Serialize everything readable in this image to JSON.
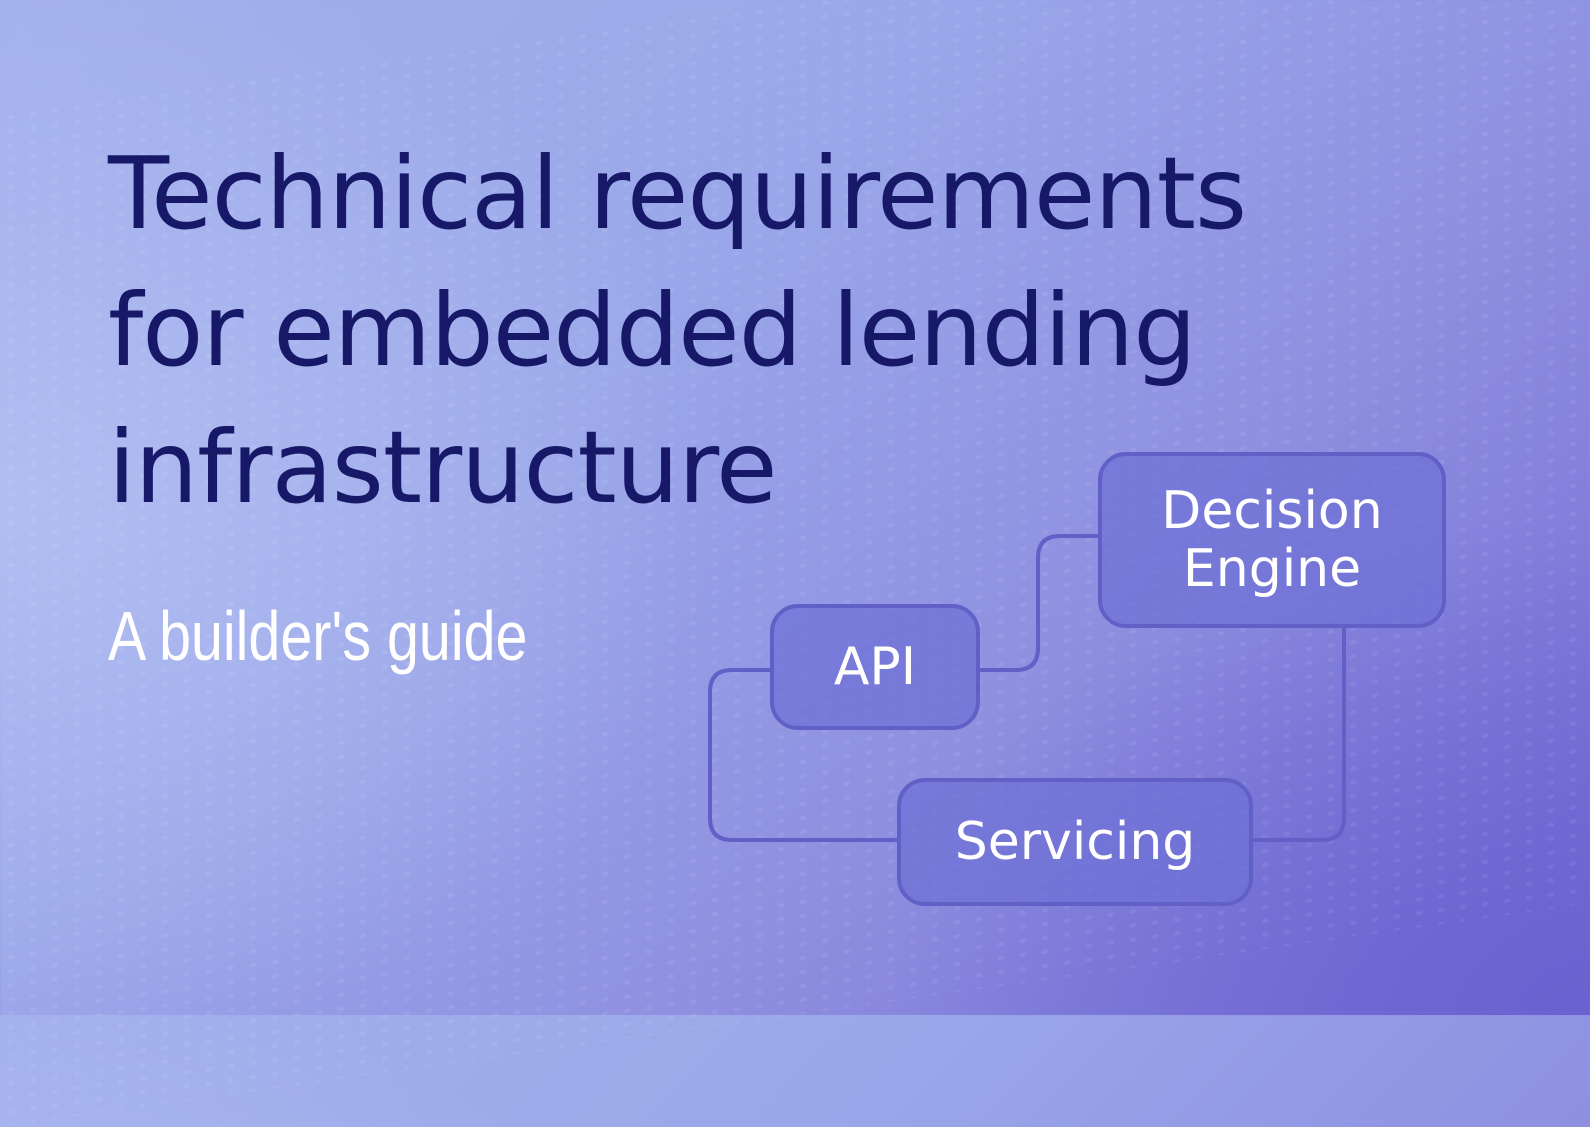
{
  "title": {
    "lines": [
      "Technical requirements",
      "for embedded lending",
      "infrastructure"
    ]
  },
  "subtitle": "A builder's guide",
  "diagram": {
    "nodes": {
      "api": "API",
      "decision_engine": [
        "Decision",
        "Engine"
      ],
      "servicing": "Servicing"
    },
    "edges": [
      {
        "from": "API",
        "to": "Decision Engine"
      },
      {
        "from": "API",
        "to": "Servicing"
      },
      {
        "from": "Decision Engine",
        "to": "Servicing"
      }
    ]
  },
  "colors": {
    "title": "#171968",
    "subtitle": "#ffffff",
    "node_border": "#6260c6",
    "node_fill": "#7272d6",
    "background_light": "#a2b0ec",
    "background_dark": "#6a62d0"
  }
}
